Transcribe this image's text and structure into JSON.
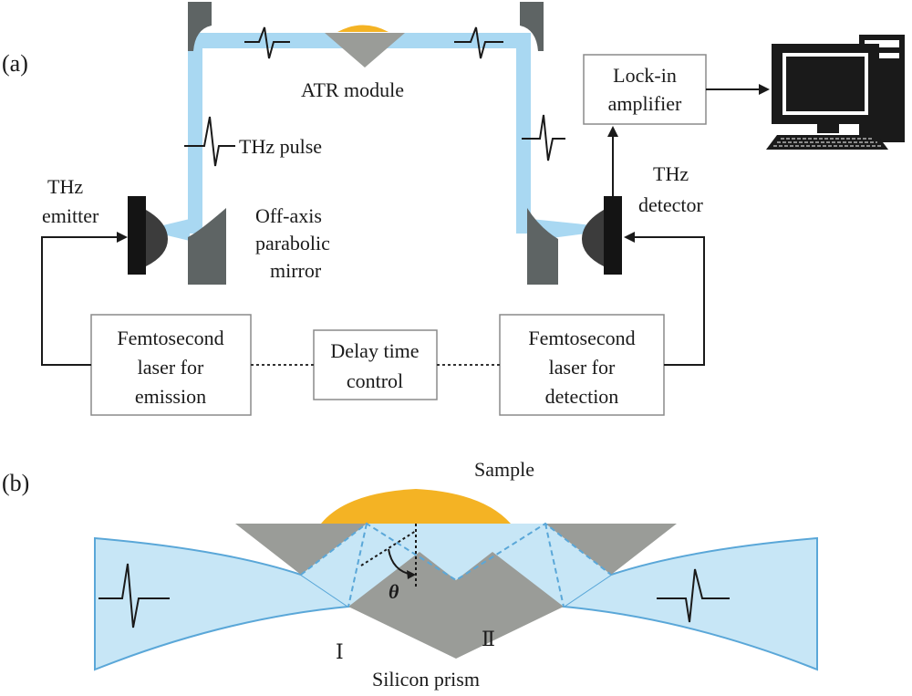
{
  "panel_a": {
    "label": "(a)",
    "atr_module": "ATR module",
    "thz_pulse": "THz pulse",
    "emitter_line1": "THz",
    "emitter_line2": "emitter",
    "mirror_line1": "Off-axis",
    "mirror_line2": "parabolic",
    "mirror_line3": "mirror",
    "detector_line1": "THz",
    "detector_line2": "detector",
    "lockin_line1": "Lock-in",
    "lockin_line2": "amplifier",
    "laser_emit_line1": "Femtosecond",
    "laser_emit_line2": "laser for",
    "laser_emit_line3": "emission",
    "delay_line1": "Delay time",
    "delay_line2": "control",
    "laser_det_line1": "Femtosecond",
    "laser_det_line2": "laser for",
    "laser_det_line3": "detection"
  },
  "panel_b": {
    "label": "(b)",
    "sample": "Sample",
    "theta": "θ",
    "side_left": "Ⅰ",
    "side_right": "Ⅱ",
    "prism": "Silicon prism"
  },
  "colors": {
    "beam": "#a9d8f2",
    "beam_edge": "#5aa7d8",
    "mirror": "#5e6464",
    "prism": "#9a9c98",
    "sample": "#f4b324"
  }
}
